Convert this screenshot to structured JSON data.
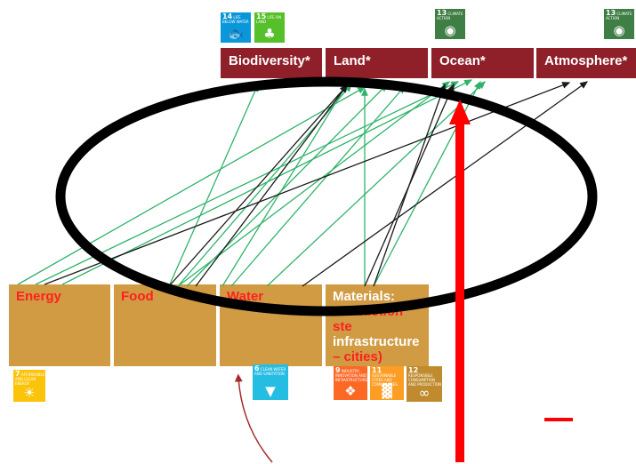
{
  "top_categories": [
    {
      "id": "biodiversity",
      "label": "Biodiversity*"
    },
    {
      "id": "land",
      "label": "Land*"
    },
    {
      "id": "ocean",
      "label": "Ocean*"
    },
    {
      "id": "atmosphere",
      "label": "Atmosphere*"
    }
  ],
  "bottom_categories": [
    {
      "id": "energy",
      "label": "Energy"
    },
    {
      "id": "food",
      "label": "Food"
    },
    {
      "id": "water",
      "label": "Water"
    }
  ],
  "materials": {
    "title": "Materials:",
    "line1": "Production",
    "line2": "ste",
    "line3": "infrastructure",
    "line4": "– cities)"
  },
  "sdg_icons": {
    "sdg14": {
      "num": "14",
      "text": "LIFE BELOW WATER",
      "color": "#0a97d9",
      "icon": "fish-icon"
    },
    "sdg15": {
      "num": "15",
      "text": "LIFE ON LAND",
      "color": "#56c02b",
      "icon": "tree-icon"
    },
    "sdg13a": {
      "num": "13",
      "text": "CLIMATE ACTION",
      "color": "#3f7e44",
      "icon": "eye-icon"
    },
    "sdg13b": {
      "num": "13",
      "text": "CLIMATE ACTION",
      "color": "#3f7e44",
      "icon": "eye-icon"
    },
    "sdg7": {
      "num": "7",
      "text": "AFFORDABLE AND CLEAN ENERGY",
      "color": "#fcc30b",
      "icon": "sun-icon"
    },
    "sdg6": {
      "num": "6",
      "text": "CLEAN WATER AND SANITATION",
      "color": "#26bde2",
      "icon": "water-drop-icon"
    },
    "sdg9": {
      "num": "9",
      "text": "INDUSTRY, INNOVATION AND INFRASTRUCTURE",
      "color": "#fd6925",
      "icon": "cubes-icon"
    },
    "sdg11": {
      "num": "11",
      "text": "SUSTAINABLE CITIES AND COMMUNITIES",
      "color": "#fd9d24",
      "icon": "city-icon"
    },
    "sdg12": {
      "num": "12",
      "text": "RESPONSIBLE CONSUMPTION AND PRODUCTION",
      "color": "#bf8b2e",
      "icon": "infinity-icon"
    }
  },
  "colors": {
    "top_box": "#8f1f28",
    "bottom_box": "#d19b43",
    "green_arrow": "#2fb36a",
    "black_arrow": "#1a1a1a",
    "red_arrow": "#ff0000",
    "curved_arrow": "#a52a2a"
  }
}
